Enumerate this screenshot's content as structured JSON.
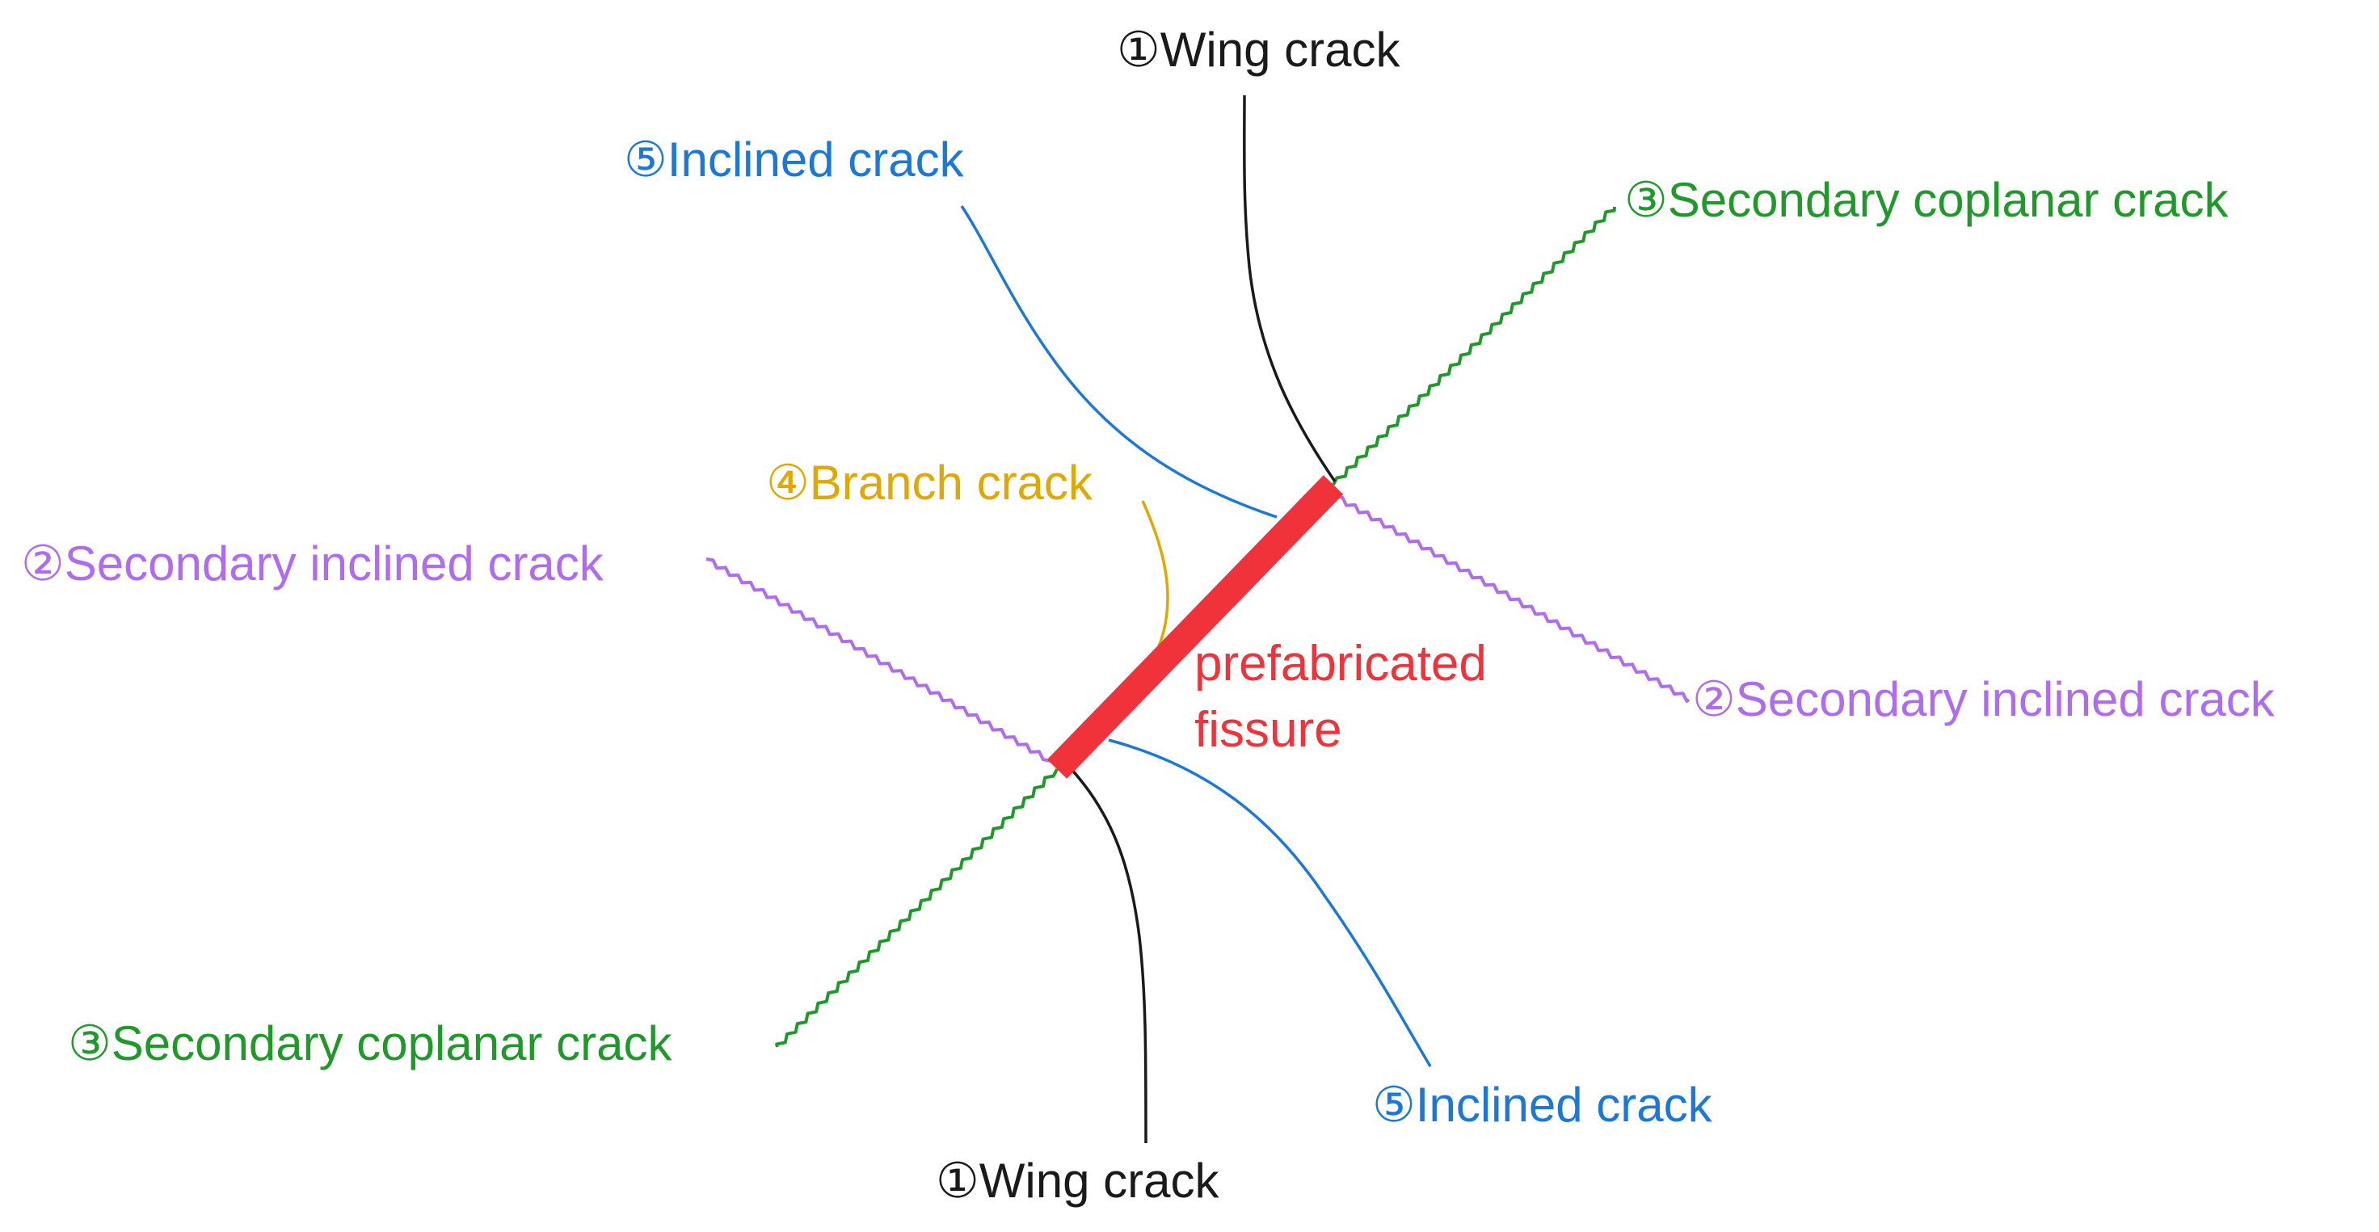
{
  "colors": {
    "wing": "#1a1a1a",
    "secondary_inclined": "#b06cf0",
    "secondary_coplanar": "#1f9a2a",
    "branch": "#e0a800",
    "inclined": "#1a78d8",
    "fissure": "#f0333a"
  },
  "labels": {
    "wing_top": "①Wing crack",
    "wing_bottom": "①Wing crack",
    "inclined_top": "⑤Inclined crack",
    "inclined_bottom": "⑤Inclined crack",
    "coplanar_top": "③Secondary coplanar crack",
    "coplanar_bottom": "③Secondary coplanar crack",
    "sec_inclined_left": "②Secondary inclined crack",
    "sec_inclined_right": "②Secondary inclined crack",
    "branch": "④Branch crack",
    "fissure_line1": "prefabricated",
    "fissure_line2": "fissure"
  }
}
